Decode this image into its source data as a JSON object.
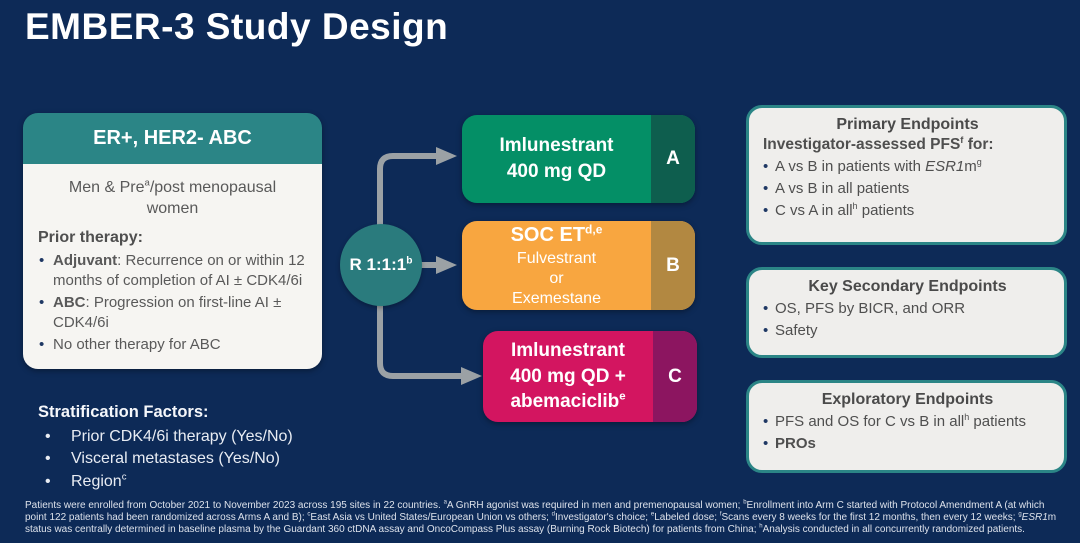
{
  "title": "EMBER-3 Study Design",
  "colors": {
    "background": "#0d2a57",
    "teal": "#2b8586",
    "arm_a_green": "#048f66",
    "arm_a_tag": "#0e5e4e",
    "arm_b_orange": "#f8a640",
    "arm_b_tag": "#b28841",
    "arm_c_magenta": "#d31560",
    "arm_c_tag": "#8c1560",
    "arrow_gray": "#9ba1a5",
    "panel_bg": "#efeeec"
  },
  "eligibility": {
    "header": "ER+, HER2- ABC",
    "population": [
      {
        "t": "Men & Pre"
      },
      {
        "t": "a",
        "sup": true
      },
      {
        "t": "/post menopausal women"
      }
    ],
    "prior_label": "Prior therapy:",
    "bullets": [
      [
        {
          "t": "Adjuvant",
          "bold": true
        },
        {
          "t": ": Recurrence on or within 12 months of completion of AI ± CDK4/6i"
        }
      ],
      [
        {
          "t": "ABC",
          "bold": true
        },
        {
          "t": ": Progression on first-line AI ± CDK4/6i"
        }
      ],
      [
        {
          "t": "No other therapy for ABC"
        }
      ]
    ]
  },
  "stratification": {
    "label": "Stratification Factors:",
    "bullets": [
      [
        {
          "t": "Prior CDK4/6i therapy (Yes/No)"
        }
      ],
      [
        {
          "t": "Visceral metastases (Yes/No)"
        }
      ],
      [
        {
          "t": "Region"
        },
        {
          "t": "c",
          "sup": true
        }
      ]
    ]
  },
  "randomization": [
    {
      "t": "R 1:1:1"
    },
    {
      "t": "b",
      "sup": true
    }
  ],
  "arms": {
    "a": {
      "letter": "A",
      "line1": [
        {
          "t": "Imlunestrant"
        }
      ],
      "line2": [
        {
          "t": "400 mg QD"
        }
      ]
    },
    "b": {
      "letter": "B",
      "line1": [
        {
          "t": "SOC ET"
        },
        {
          "t": "d,e",
          "sup": true
        }
      ],
      "line2": [
        {
          "t": "Fulvestrant"
        }
      ],
      "line3": [
        {
          "t": "or"
        }
      ],
      "line4": [
        {
          "t": "Exemestane"
        }
      ]
    },
    "c": {
      "letter": "C",
      "line1": [
        {
          "t": "Imlunestrant"
        }
      ],
      "line2": [
        {
          "t": "400 mg QD +"
        }
      ],
      "line3": [
        {
          "t": "abemaciclib"
        },
        {
          "t": "e",
          "sup": true
        }
      ]
    }
  },
  "endpoints": {
    "primary": {
      "title": "Primary Endpoints",
      "subtitle": [
        {
          "t": "Investigator-assessed PFS"
        },
        {
          "t": "f",
          "sup": true
        },
        {
          "t": " for:"
        }
      ],
      "bullets": [
        [
          {
            "t": "A vs B in patients with "
          },
          {
            "t": "ESR1",
            "italic": true
          },
          {
            "t": "m"
          },
          {
            "t": "g",
            "sup": true
          }
        ],
        [
          {
            "t": "A vs B in all patients"
          }
        ],
        [
          {
            "t": "C vs A in all"
          },
          {
            "t": "h",
            "sup": true
          },
          {
            "t": " patients"
          }
        ]
      ]
    },
    "secondary": {
      "title": "Key Secondary Endpoints",
      "bullets": [
        [
          {
            "t": "OS, PFS by BICR, and ORR"
          }
        ],
        [
          {
            "t": "Safety"
          }
        ]
      ]
    },
    "exploratory": {
      "title": "Exploratory Endpoints",
      "bullets": [
        [
          {
            "t": "PFS and OS for C vs B in all"
          },
          {
            "t": "h",
            "sup": true
          },
          {
            "t": " patients"
          }
        ],
        [
          {
            "t": "PROs",
            "bold": true
          }
        ]
      ]
    }
  },
  "footnote": [
    {
      "t": "Patients were enrolled from October 2021 to November 2023 across 195 sites in 22 countries. "
    },
    {
      "t": "a",
      "sup": true
    },
    {
      "t": "A GnRH agonist was required in men and premenopausal women; "
    },
    {
      "t": "b",
      "sup": true
    },
    {
      "t": "Enrollment into Arm C started with Protocol Amendment A (at which point 122 patients had been randomized across Arms A and B); "
    },
    {
      "t": "c",
      "sup": true
    },
    {
      "t": "East Asia vs United States/European Union vs others; "
    },
    {
      "t": "d",
      "sup": true
    },
    {
      "t": "Investigator's choice; "
    },
    {
      "t": "e",
      "sup": true
    },
    {
      "t": "Labeled dose; "
    },
    {
      "t": "f",
      "sup": true
    },
    {
      "t": "Scans every 8 weeks for the first 12 months, then every 12 weeks; "
    },
    {
      "t": "g",
      "sup": true
    },
    {
      "t": "ESR1",
      "italic": true
    },
    {
      "t": "m status was centrally determined in baseline plasma by the Guardant 360 ctDNA assay and OncoCompass Plus assay (Burning Rock Biotech) for patients from China; "
    },
    {
      "t": "h",
      "sup": true
    },
    {
      "t": "Analysis conducted in all concurrently randomized patients."
    }
  ]
}
